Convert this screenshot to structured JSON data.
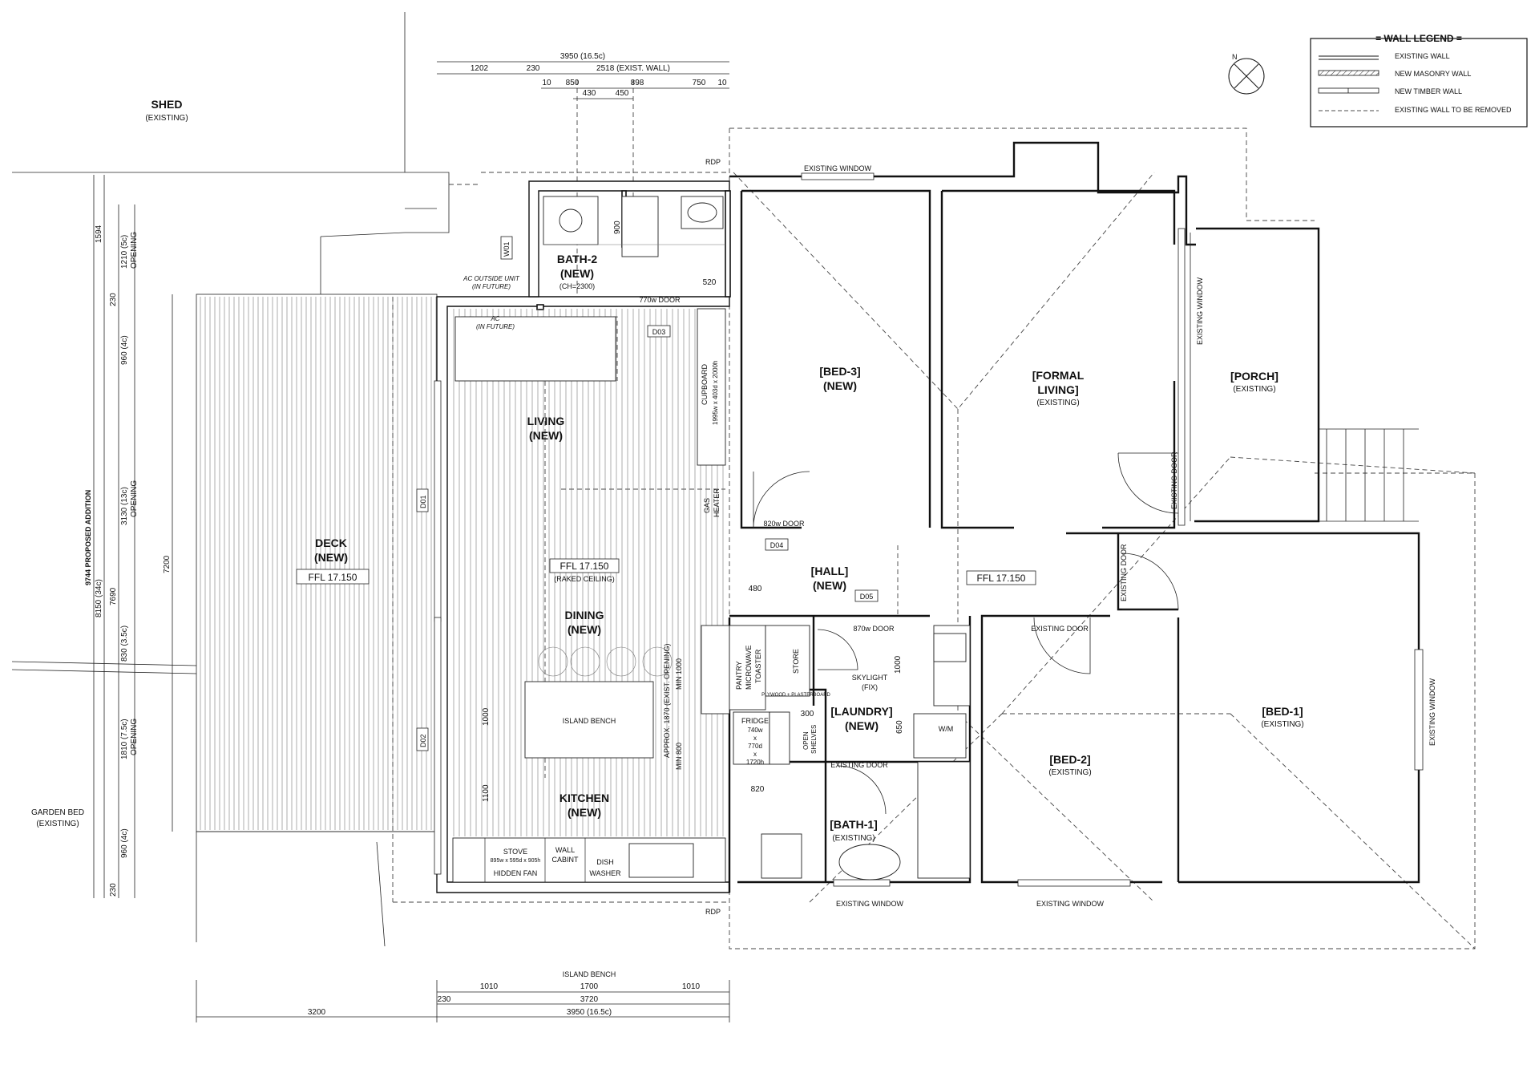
{
  "legend": {
    "title": "= WALL LEGEND =",
    "items": [
      "EXISTING WALL",
      "NEW MASONRY WALL",
      "NEW TIMBER WALL",
      "EXISTING WALL TO BE REMOVED"
    ]
  },
  "north": "N",
  "shed": {
    "name": "SHED",
    "status": "(EXISTING)"
  },
  "garden": {
    "name": "GARDEN BED",
    "status": "(EXISTING)"
  },
  "rooms": {
    "bath2": {
      "name": "BATH-2",
      "status": "(NEW)",
      "note": "(CH=2300)"
    },
    "living": {
      "name": "LIVING",
      "status": "(NEW)"
    },
    "dining": {
      "name": "DINING",
      "status": "(NEW)"
    },
    "kitchen": {
      "name": "KITCHEN",
      "status": "(NEW)"
    },
    "deck": {
      "name": "DECK",
      "status": "(NEW)",
      "ffl": "FFL 17.150"
    },
    "bed3": {
      "name": "[BED-3]",
      "status": "(NEW)"
    },
    "formal": {
      "name1": "[FORMAL",
      "name2": "LIVING]",
      "status": "(EXISTING)"
    },
    "porch": {
      "name": "[PORCH]",
      "status": "(EXISTING)"
    },
    "hall": {
      "name": "[HALL]",
      "status": "(NEW)"
    },
    "laundry": {
      "name": "[LAUNDRY]",
      "status": "(NEW)"
    },
    "bath1": {
      "name": "[BATH-1]",
      "status": "(EXISTING)"
    },
    "bed2": {
      "name": "[BED-2]",
      "status": "(EXISTING)"
    },
    "bed1": {
      "name": "[BED-1]",
      "status": "(EXISTING)"
    }
  },
  "ffl": {
    "main": "FFL 17.150",
    "hall": "FFL 17.150",
    "raked": "(RAKED CEILING)"
  },
  "labels": {
    "existing_window": "EXISTING WINDOW",
    "existing_door": "EXISTING DOOR",
    "rdp": "RDP",
    "door_770": "770w DOOR",
    "door_820": "820w DOOR",
    "door_870": "870w DOOR",
    "ac_out1": "AC OUTSIDE UNIT",
    "ac_out2": "(IN FUTURE)",
    "ac_in1": "AC",
    "ac_in2": "(IN FUTURE)",
    "cupboard1": "CUPBOARD",
    "cupboard2": "1995w x 403d x 2000h",
    "gas1": "GAS",
    "gas2": "HEATER",
    "island": "ISLAND BENCH",
    "approx": "APPROX. 1870 (EXIST. OPENING)",
    "min1000": "MIN 1000",
    "min800": "MIN 800",
    "pantry": "PANTRY",
    "microwave": "MICROWAVE",
    "toaster": "TOASTER",
    "store": "STORE",
    "plywood": "PLYWOOD + PLASTERBOARD",
    "skylight1": "SKYLIGHT",
    "skylight2": "(FIX)",
    "wm": "W/M",
    "fridge": "FRIDGE",
    "fridge_w": "740w",
    "fridge_x": "x",
    "fridge_d": "770d",
    "fridge_h": "1720h",
    "open1": "OPEN",
    "open2": "SHELVES",
    "stove": "STOVE",
    "stove_dim": "895w x 595d x 905h",
    "fan": "HIDDEN FAN",
    "wall1": "WALL",
    "wall2": "CABINT",
    "dish1": "DISH",
    "dish2": "WASHER",
    "island_bottom": "ISLAND BENCH"
  },
  "tags": {
    "w01": "W01",
    "d01": "D01",
    "d02": "D02",
    "d03": "D03",
    "d04": "D04",
    "d05": "D05"
  },
  "dims": {
    "top_total": "3950 (16.5c)",
    "top_a": "1202",
    "top_b": "230",
    "top_c": "2518 (EXIST. WALL)",
    "top2_a": "10",
    "top2_b": "850",
    "top2_c": "898",
    "top2_d": "750",
    "top2_e": "10",
    "top3_a": "430",
    "top3_b": "450",
    "d900": "900",
    "d520": "520",
    "d480": "480",
    "d1000": "1000",
    "d650": "650",
    "d300": "300",
    "d820": "820",
    "island_1000": "1000",
    "island_1100": "1100",
    "bot_total": "3950 (16.5c)",
    "bot_3720": "3720",
    "bot_230": "230",
    "bot_1010a": "1010",
    "bot_1700": "1700",
    "bot_1010b": "1010",
    "bot_3200": "3200",
    "left_total": "9744 PROPOSED ADDITION",
    "left_8150": "8150 (34c)",
    "left_7690": "7690",
    "left_1594": "1594",
    "left_230a": "230",
    "left_230b": "230",
    "o1": "1210 (5c)",
    "o1b": "OPENING",
    "o2": "960 (4c)",
    "o3": "3130 (13c)",
    "o3b": "OPENING",
    "o4": "830 (3.5c)",
    "o5": "1810 (7.5c)",
    "o5b": "OPENING",
    "o6": "960 (4c)",
    "d7200": "7200"
  }
}
